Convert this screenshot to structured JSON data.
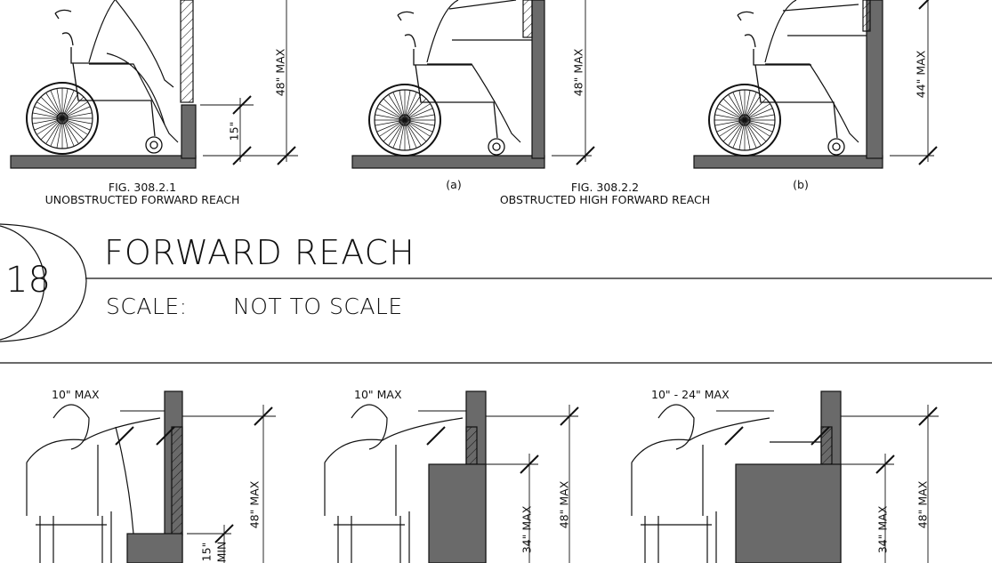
{
  "upper": {
    "dims": {
      "fig1_height": "48\" MAX",
      "fig1_sill": "15\"",
      "figa_height": "48\" MAX",
      "figb_height": "44\" MAX"
    },
    "captions": {
      "fig1_number": "FIG. 308.2.1",
      "fig1_title": "UNOBSTRUCTED FORWARD REACH",
      "sub_a": "(a)",
      "sub_b": "(b)",
      "fig2_number": "FIG. 308.2.2",
      "fig2_title": "OBSTRUCTED HIGH FORWARD REACH"
    }
  },
  "title_block": {
    "detail_number": "18",
    "title": "FORWARD REACH",
    "scale_label": "SCALE:",
    "scale_value": "NOT TO SCALE"
  },
  "lower": {
    "dims": {
      "p1_reach": "10\" MAX",
      "p1_height": "48\" MAX",
      "p1_low": "15\"",
      "p1_low_suffix": "MIN",
      "p2_reach": "10\" MAX",
      "p2_counter": "34\" MAX",
      "p2_height": "48\" MAX",
      "p3_reach": "10\" - 24\" MAX",
      "p3_counter": "34\" MAX",
      "p3_height": "48\" MAX"
    }
  }
}
